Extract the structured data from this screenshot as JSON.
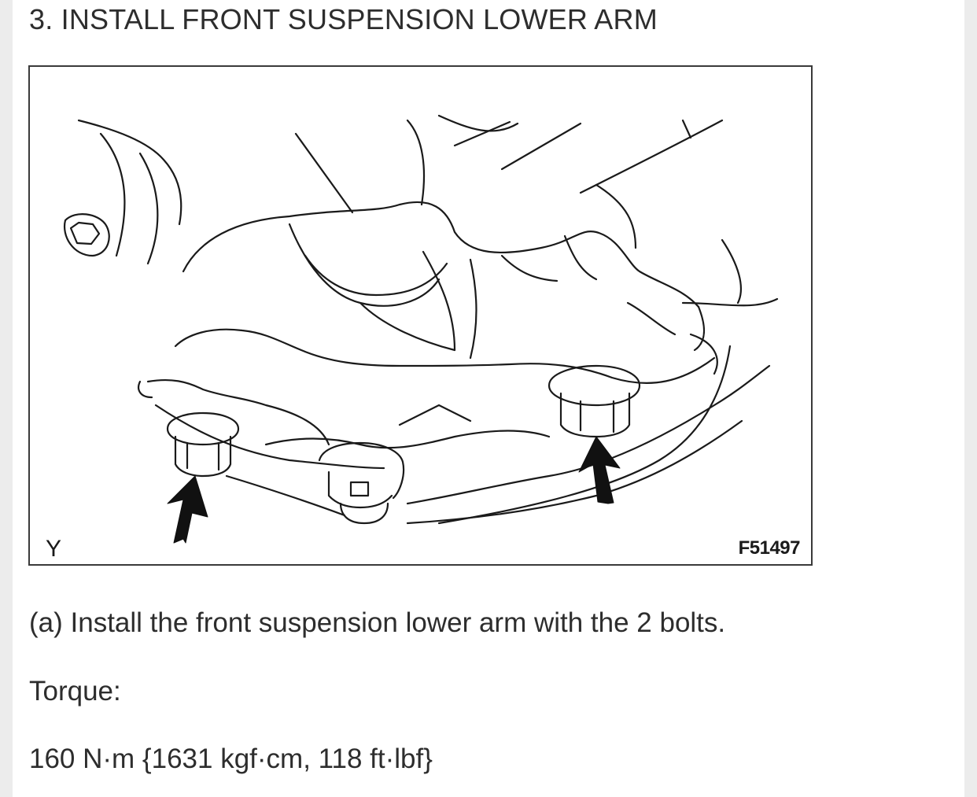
{
  "document": {
    "heading": "3. INSTALL FRONT SUSPENSION LOWER ARM",
    "figure": {
      "view_label": "Y",
      "code": "F51497"
    },
    "instruction": "(a) Install the front suspension lower arm with the 2 bolts.",
    "torque_label": "Torque:",
    "torque_value": "160 N·m {1631 kgf·cm, 118 ft·lbf}"
  }
}
